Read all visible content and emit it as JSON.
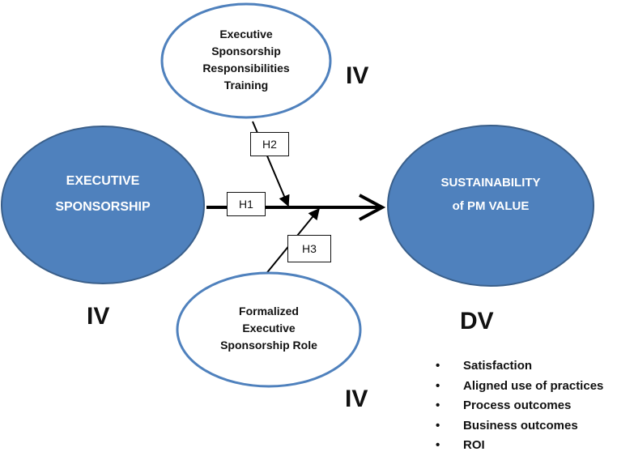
{
  "colors": {
    "main_fill": "#4f81bd",
    "main_stroke": "#3a5f8a",
    "outline": "#4f81bd",
    "line": "#000000"
  },
  "nodes": {
    "executive_sponsorship": {
      "lines": [
        "EXECUTIVE",
        "SPONSORSHIP"
      ]
    },
    "sustainability": {
      "lines": [
        "SUSTAINABILITY",
        "of PM VALUE"
      ]
    },
    "training": {
      "lines": [
        "Executive",
        "Sponsorship",
        "Responsibilities",
        "Training"
      ]
    },
    "formalized_role": {
      "lines": [
        "Formalized",
        "Executive",
        "Sponsorship Role"
      ]
    }
  },
  "labels": {
    "iv_top": "IV",
    "iv_left": "IV",
    "iv_bottom": "IV",
    "dv": "DV"
  },
  "hypotheses": {
    "h1": "H1",
    "h2": "H2",
    "h3": "H3"
  },
  "outcomes": {
    "bullet": "•",
    "items": [
      "Satisfaction",
      "Aligned use of practices",
      "Process outcomes",
      "Business outcomes",
      "ROI"
    ]
  }
}
